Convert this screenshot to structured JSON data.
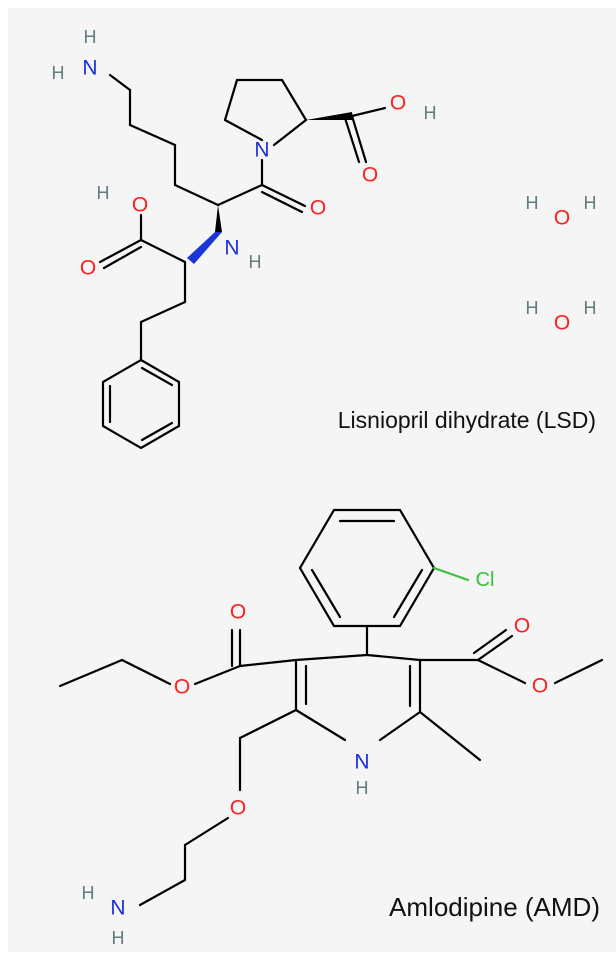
{
  "molecules": [
    {
      "caption": "Lisniopril dihydrate (LSD)",
      "atoms": {
        "h": "H",
        "n": "N",
        "o": "O"
      }
    },
    {
      "caption": "Amlodipine (AMD)",
      "atoms": {
        "h": "H",
        "n": "N",
        "o": "O",
        "cl": "Cl"
      }
    }
  ],
  "colors": {
    "background": "#f5f5f5",
    "oxygen": "#ff1f1f",
    "nitrogen": "#1930d8",
    "hydrogen": "#5e7e7e",
    "chlorine": "#33c233",
    "bond": "#000000"
  }
}
